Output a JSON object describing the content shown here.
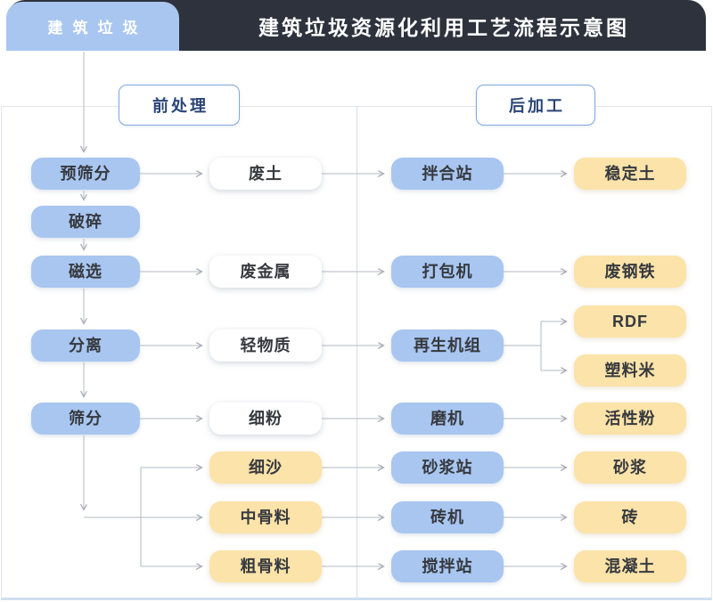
{
  "header": {
    "tab_label": "建筑垃圾",
    "title": "建筑垃圾资源化利用工艺流程示意图",
    "bar_color": "#2d323c",
    "title_color": "#ffffff",
    "tab_color": "#a8c6f0"
  },
  "sections": {
    "pre": {
      "label": "前处理"
    },
    "post": {
      "label": "后加工"
    }
  },
  "colors": {
    "process_fill": "#a8c6f0",
    "intermediate_fill": "#ffffff",
    "product_fill": "#fbe3a9",
    "connector_line": "#b3b8c2",
    "section_border": "#7ea8de",
    "section_text": "#2b4577",
    "node_text": "#36393e",
    "panel_border": "#e3e6ed",
    "panel_bottom_border": "#cfdfef"
  },
  "nodes": {
    "pre_screening": {
      "label": "预筛分",
      "type": "process"
    },
    "crushing": {
      "label": "破碎",
      "type": "process"
    },
    "magnetic_separation": {
      "label": "磁选",
      "type": "process"
    },
    "separation": {
      "label": "分离",
      "type": "process"
    },
    "screening": {
      "label": "筛分",
      "type": "process"
    },
    "waste_soil": {
      "label": "废土",
      "type": "intermediate"
    },
    "waste_metal": {
      "label": "废金属",
      "type": "intermediate"
    },
    "light_material": {
      "label": "轻物质",
      "type": "intermediate"
    },
    "fine_powder": {
      "label": "细粉",
      "type": "intermediate"
    },
    "fine_sand": {
      "label": "细沙",
      "type": "product"
    },
    "medium_aggregate": {
      "label": "中骨料",
      "type": "product"
    },
    "coarse_aggregate": {
      "label": "粗骨料",
      "type": "product"
    },
    "mixing_plant": {
      "label": "拌合站",
      "type": "process"
    },
    "baler": {
      "label": "打包机",
      "type": "process"
    },
    "regeneration_unit": {
      "label": "再生机组",
      "type": "process"
    },
    "mill": {
      "label": "磨机",
      "type": "process"
    },
    "mortar_plant": {
      "label": "砂浆站",
      "type": "process"
    },
    "brick_machine": {
      "label": "砖机",
      "type": "process"
    },
    "concrete_plant": {
      "label": "搅拌站",
      "type": "process"
    },
    "stabilized_soil": {
      "label": "稳定土",
      "type": "product"
    },
    "waste_steel": {
      "label": "废钢铁",
      "type": "product"
    },
    "rdf": {
      "label": "RDF",
      "type": "product"
    },
    "plastic_pellets": {
      "label": "塑料米",
      "type": "product"
    },
    "active_powder": {
      "label": "活性粉",
      "type": "product"
    },
    "mortar": {
      "label": "砂浆",
      "type": "product"
    },
    "brick": {
      "label": "砖",
      "type": "product"
    },
    "concrete": {
      "label": "混凝土",
      "type": "product"
    }
  },
  "edges": [
    [
      "建筑垃圾",
      "预筛分"
    ],
    [
      "预筛分",
      "破碎"
    ],
    [
      "破碎",
      "磁选"
    ],
    [
      "磁选",
      "分离"
    ],
    [
      "分离",
      "筛分"
    ],
    [
      "预筛分",
      "废土"
    ],
    [
      "磁选",
      "废金属"
    ],
    [
      "分离",
      "轻物质"
    ],
    [
      "筛分",
      "细粉"
    ],
    [
      "筛分",
      "细沙"
    ],
    [
      "筛分",
      "中骨料"
    ],
    [
      "筛分",
      "粗骨料"
    ],
    [
      "废土",
      "拌合站"
    ],
    [
      "废金属",
      "打包机"
    ],
    [
      "轻物质",
      "再生机组"
    ],
    [
      "细粉",
      "磨机"
    ],
    [
      "细沙",
      "砂浆站"
    ],
    [
      "中骨料",
      "砖机"
    ],
    [
      "粗骨料",
      "搅拌站"
    ],
    [
      "拌合站",
      "稳定土"
    ],
    [
      "打包机",
      "废钢铁"
    ],
    [
      "再生机组",
      "RDF"
    ],
    [
      "再生机组",
      "塑料米"
    ],
    [
      "磨机",
      "活性粉"
    ],
    [
      "砂浆站",
      "砂浆"
    ],
    [
      "砖机",
      "砖"
    ],
    [
      "搅拌站",
      "混凝土"
    ]
  ]
}
